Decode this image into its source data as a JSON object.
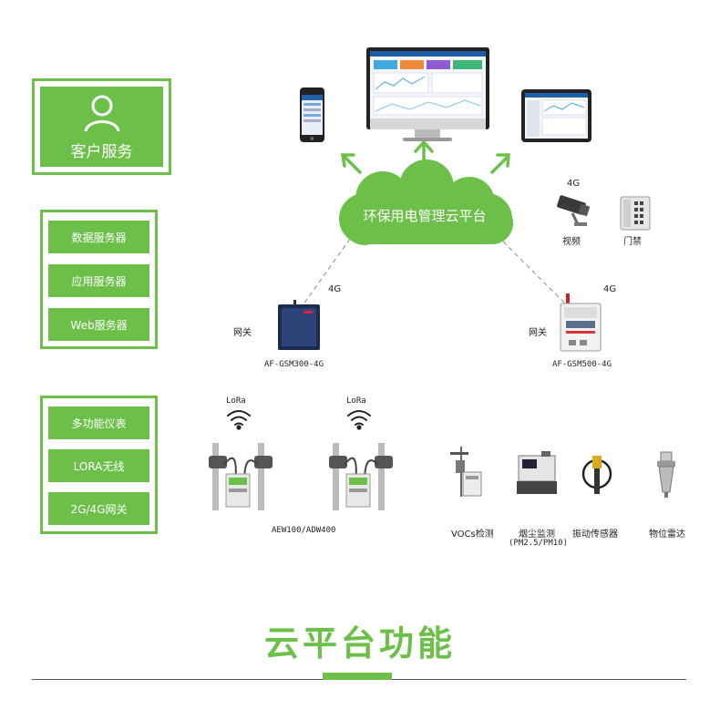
{
  "sidebar": {
    "customer_service": "客户服务",
    "servers": [
      "数据服务器",
      "应用服务器",
      "Web服务器"
    ],
    "devices": [
      "多功能仪表",
      "LORA无线",
      "2G/4G网关"
    ]
  },
  "cloud": {
    "label": "环保用电管理云平台"
  },
  "links": {
    "left_4g": "4G",
    "right_4g": "4G",
    "top_4g": "4G"
  },
  "gateways": {
    "left": {
      "title": "网关",
      "model": "AF-GSM300-4G"
    },
    "right": {
      "title": "网关",
      "model": "AF-GSM500-4G"
    }
  },
  "peripherals": {
    "video": "视频",
    "access": "门禁"
  },
  "lora": {
    "left": "LoRa",
    "right": "LoRa",
    "meters": "AEW100/ADW400"
  },
  "sensors": {
    "vocs": "VOCs检测",
    "dust": "烟尘监测",
    "dust_sub": "(PM2.5/PM10)",
    "vibration": "振动传感器",
    "radar": "物位雷达"
  },
  "footer": {
    "title": "云平台功能"
  },
  "colors": {
    "accent": "#6cc04a",
    "dark": "#2b2b2b"
  }
}
